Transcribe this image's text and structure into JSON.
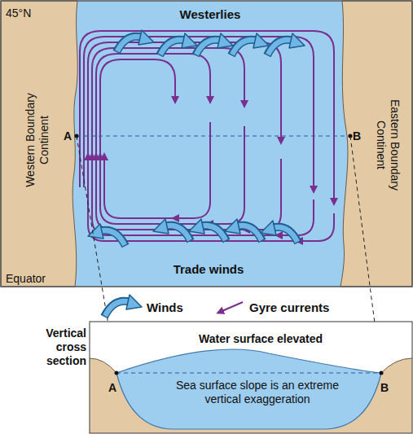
{
  "diagram": {
    "labels": [
      "45°N",
      "Westerlies",
      "Western Boundary Continent",
      "Eastern Boundary Continent",
      "A",
      "B",
      "Trade winds",
      "Equator",
      "Vertical cross section",
      "Water surface elevated",
      "A",
      "B",
      "Sea surface slope is an extreme vertical exaggeration"
    ],
    "legend": [
      {
        "text": "Winds"
      },
      {
        "text": "Gyre currents"
      }
    ]
  }
}
